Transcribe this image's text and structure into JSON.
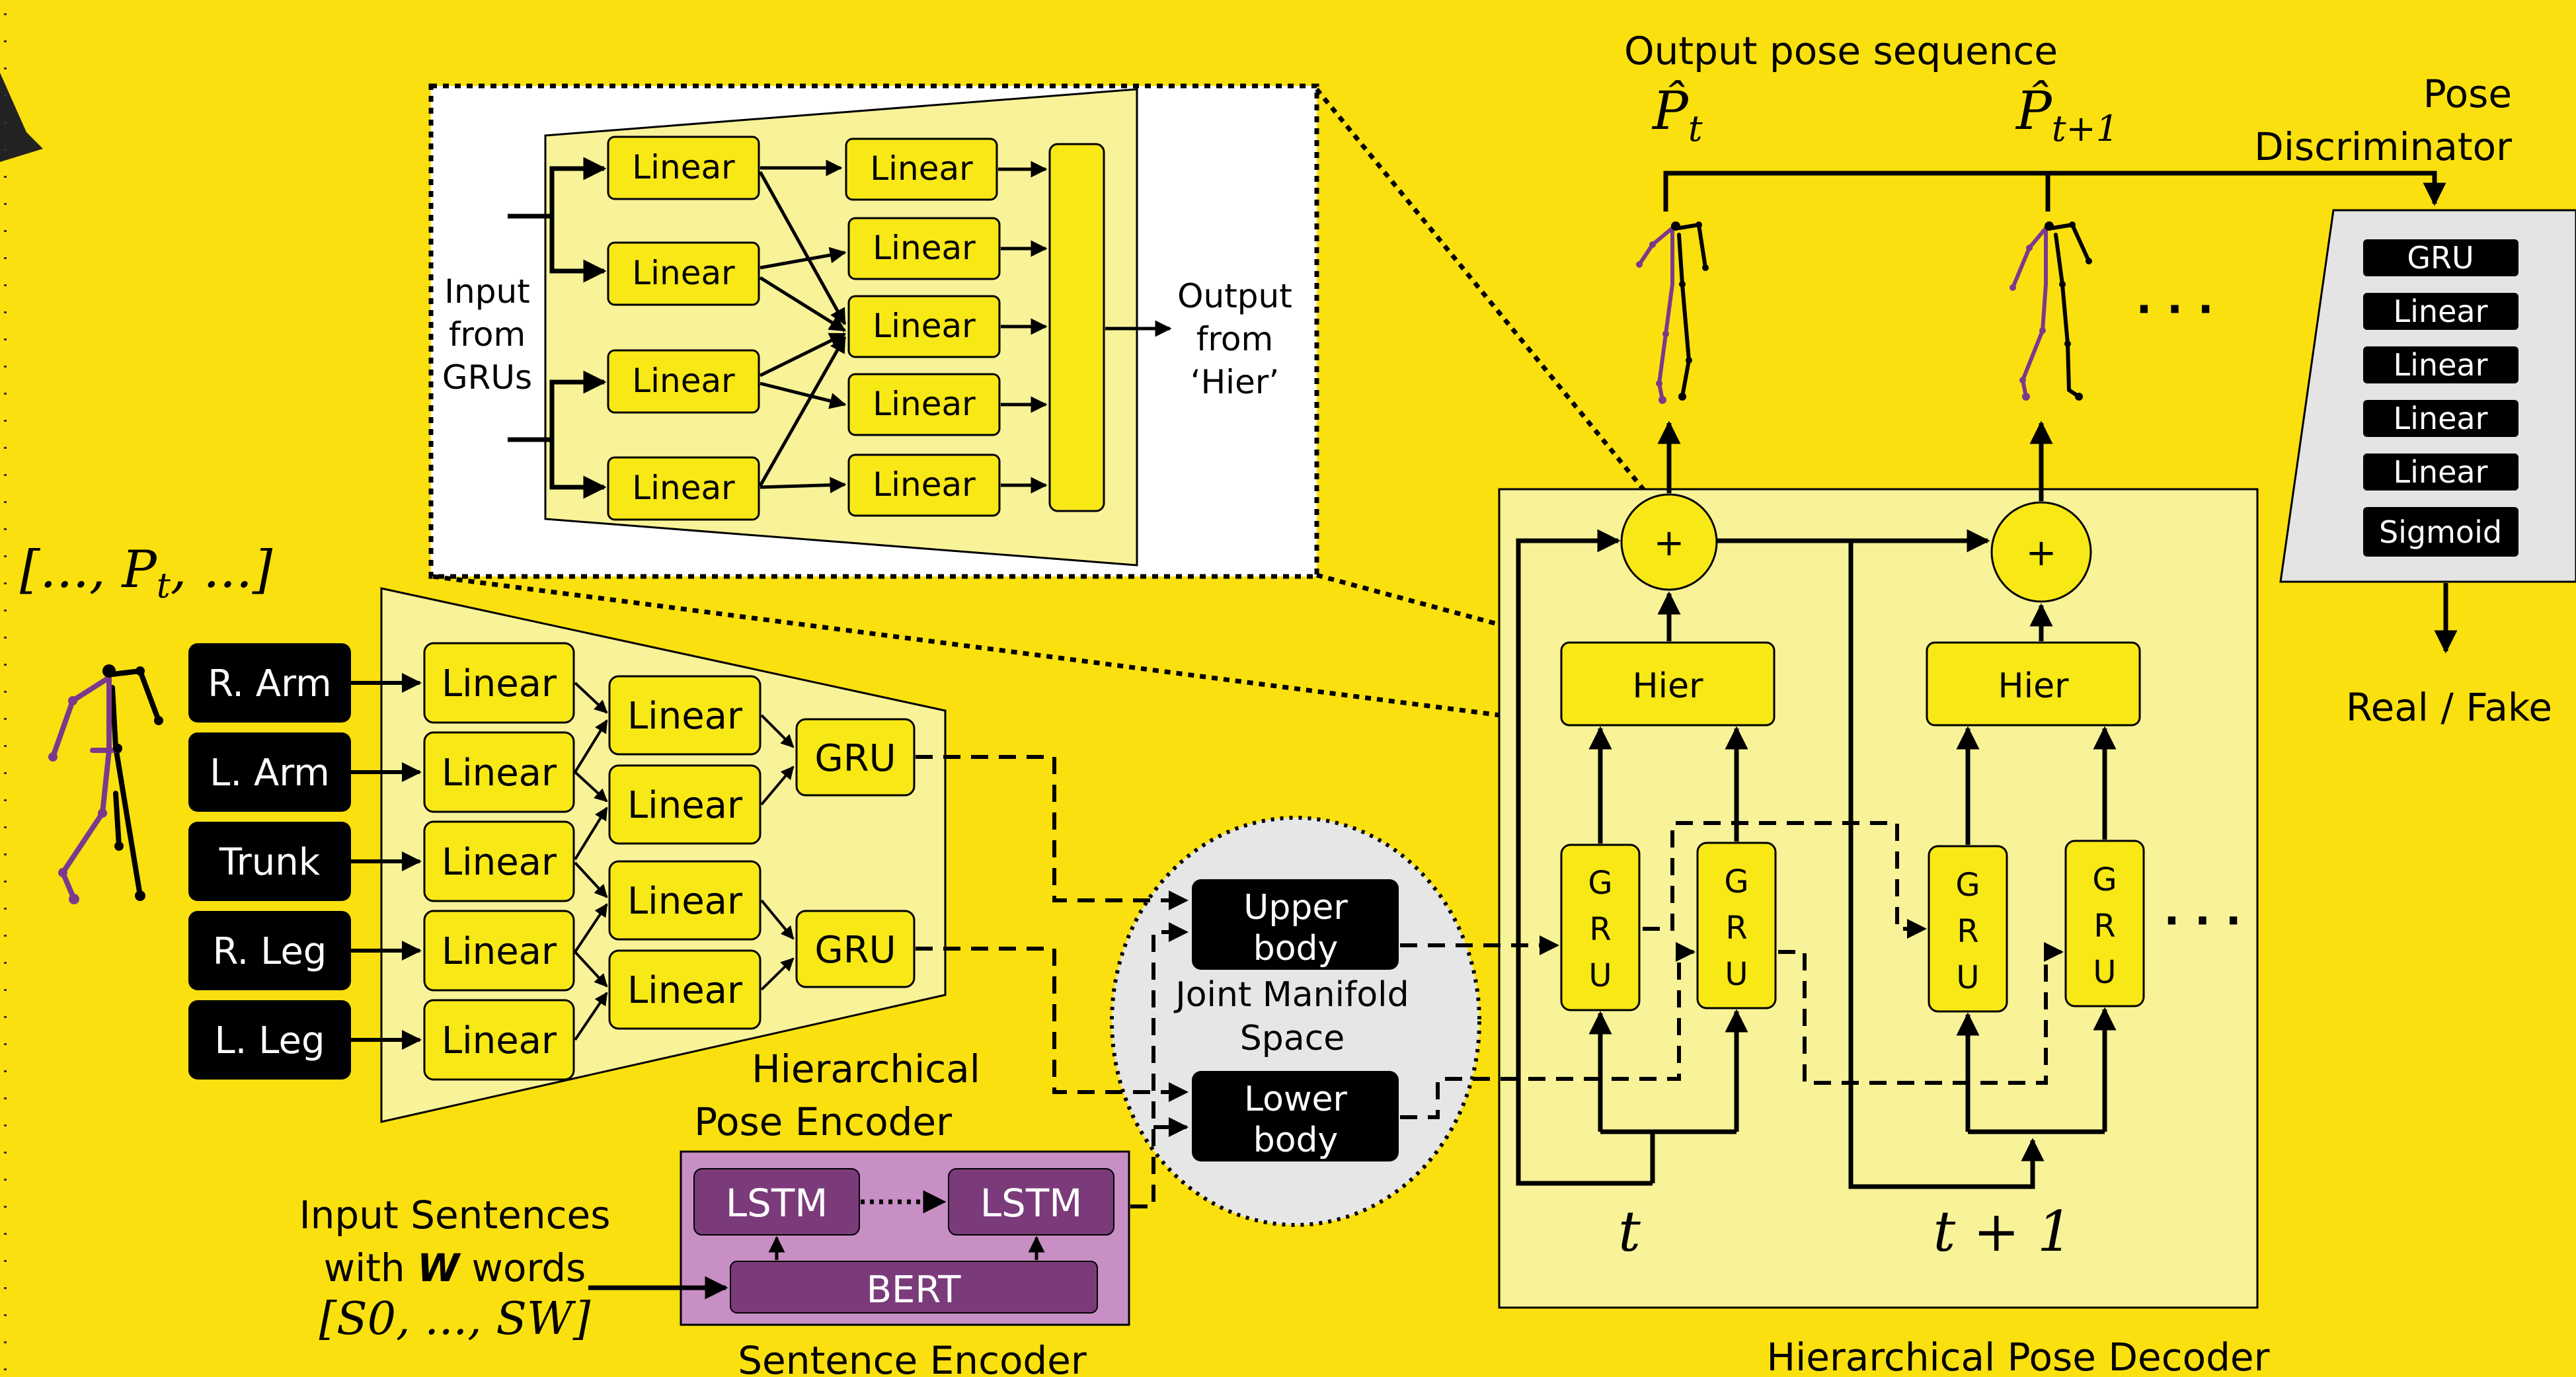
{
  "zoom_inset": {
    "input_label": [
      "Input",
      "from",
      "GRUs"
    ],
    "output_label": [
      "Output",
      "from",
      "‘Hier’"
    ],
    "left_linears": [
      "Linear",
      "Linear",
      "Linear",
      "Linear"
    ],
    "right_linears": [
      "Linear",
      "Linear",
      "Linear",
      "Linear",
      "Linear"
    ]
  },
  "input_pose_label": "[..., P",
  "input_pose_sub": "t",
  "input_pose_tail": ", ...]",
  "body_parts": [
    "R. Arm",
    "L. Arm",
    "Trunk",
    "R. Leg",
    "L. Leg"
  ],
  "encoder": {
    "linears_col1": [
      "Linear",
      "Linear",
      "Linear",
      "Linear",
      "Linear"
    ],
    "linears_col2": [
      "Linear",
      "Linear",
      "Linear",
      "Linear"
    ],
    "gru_upper": "GRU",
    "gru_lower": "GRU",
    "title": [
      "Hierarchical",
      "Pose Encoder"
    ]
  },
  "manifold": {
    "upper": [
      "Upper",
      "body"
    ],
    "lower": [
      "Lower",
      "body"
    ],
    "title": [
      "Joint Manifold",
      "Space"
    ]
  },
  "sentence_encoder": {
    "lstm_left": "LSTM",
    "lstm_right": "LSTM",
    "bert": "BERT",
    "title": "Sentence Encoder",
    "input_label": [
      "Input Sentences",
      "with ",
      "W",
      " words"
    ],
    "input_math": "[S0, ..., SW]"
  },
  "decoder": {
    "title": "Hierarchical Pose Decoder",
    "hier_t": "Hier",
    "hier_t1": "Hier",
    "gru_letters": [
      "G",
      "R",
      "U"
    ],
    "plus": "+",
    "time_t": "t",
    "time_t1": "t + 1",
    "ellipsis": "· · ·"
  },
  "output": {
    "title": "Output pose sequence",
    "pose_t": "P̂",
    "pose_t_sub": "t",
    "pose_t1": "P̂",
    "pose_t1_sub": "t+1",
    "ellipsis": "· · ·"
  },
  "discriminator": {
    "title": [
      "Pose",
      "Discriminator"
    ],
    "layers": [
      "GRU",
      "Linear",
      "Linear",
      "Linear",
      "Linear",
      "Sigmoid"
    ],
    "result": "Real / Fake"
  },
  "colors": {
    "background": "#fbe00f",
    "panel": "#f8f299",
    "block": "#f7e816",
    "dark_block": "#000000",
    "lstm": "#7b3b7a",
    "sentence_panel": "#c88fc4",
    "manifold": "#e6e6e6",
    "disc_panel": "#e4e4e4",
    "skeleton_accent": "#7a3a8c"
  }
}
